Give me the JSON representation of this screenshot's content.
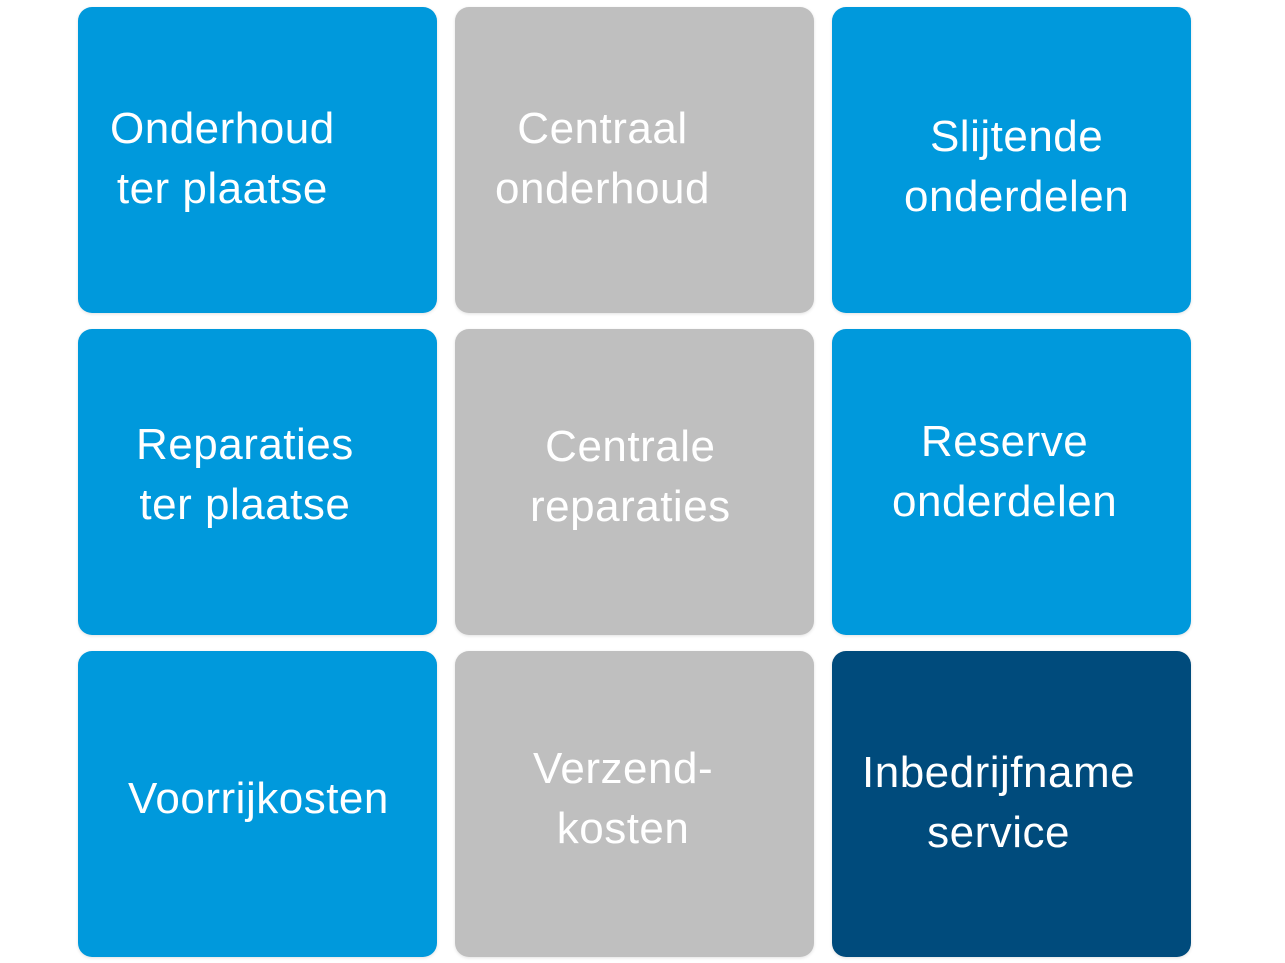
{
  "tiles": [
    {
      "lines": [
        "Onderhoud",
        "ter plaatse"
      ],
      "color": "#0099dc"
    },
    {
      "lines": [
        "Centraal",
        "onderhoud"
      ],
      "color": "#bfbfbf"
    },
    {
      "lines": [
        "Slijtende",
        "onderdelen"
      ],
      "color": "#0099dc"
    },
    {
      "lines": [
        "Reparaties",
        "ter plaatse"
      ],
      "color": "#0099dc"
    },
    {
      "lines": [
        "Centrale",
        "reparaties"
      ],
      "color": "#bfbfbf"
    },
    {
      "lines": [
        "Reserve",
        "onderdelen"
      ],
      "color": "#0099dc"
    },
    {
      "lines": [
        "Voorrijkosten"
      ],
      "color": "#0099dc"
    },
    {
      "lines": [
        "Verzend-",
        "kosten"
      ],
      "color": "#bfbfbf"
    },
    {
      "lines": [
        "Inbedrijfname",
        "service"
      ],
      "color": "#004b7c"
    }
  ]
}
